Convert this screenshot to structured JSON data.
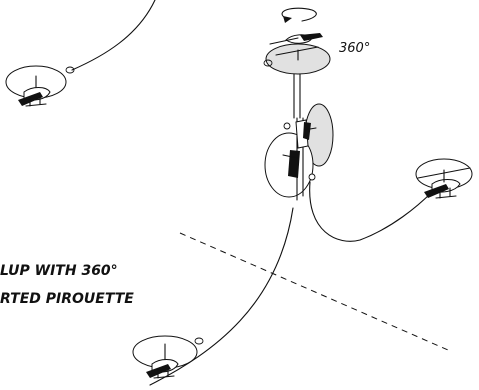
{
  "figure": {
    "angle_label": "360°",
    "caption_line1": "LUP WITH 360°",
    "caption_line2": "RTED PIROUETTE"
  }
}
